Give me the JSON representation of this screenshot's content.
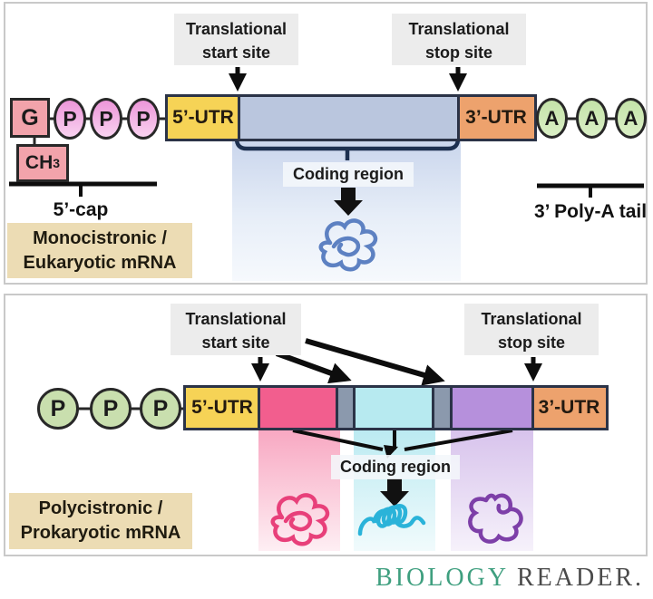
{
  "top": {
    "start_site": {
      "line1": "Translational",
      "line2": "start site"
    },
    "stop_site": {
      "line1": "Translational",
      "line2": "stop site"
    },
    "cap_g": "G",
    "cap_ch": "CH",
    "cap_ch_sub": "3",
    "phosphates": [
      "P",
      "P",
      "P"
    ],
    "utr5": "5’-UTR",
    "utr3": "3’-UTR",
    "polya": [
      "A",
      "A",
      "A"
    ],
    "coding_label": "Coding region",
    "cap_label": "5’-cap",
    "polya_label": "3’ Poly-A tail",
    "type_line1": "Monocistronic /",
    "type_line2": "Eukaryotic mRNA"
  },
  "bottom": {
    "start_site": {
      "line1": "Translational",
      "line2": "start site"
    },
    "stop_site": {
      "line1": "Translational",
      "line2": "stop site"
    },
    "phosphates": [
      "P",
      "P",
      "P"
    ],
    "utr5": "5’-UTR",
    "utr3": "3’-UTR",
    "coding_label": "Coding region",
    "type_line1": "Polycistronic /",
    "type_line2": "Prokaryotic mRNA"
  },
  "footer": {
    "biology": "BIOLOGY",
    "reader": "READER."
  },
  "colors": {
    "cap_pink": "#f2a3ab",
    "phosphate_pink": "#f2aee3",
    "phosphate_green": "#c9dfae",
    "utr_yellow": "#f6d356",
    "coding_blue": "#bac6de",
    "utr_orange": "#eda26d",
    "polya_green": "#cde8b5",
    "cistron_pink": "#f25e8e",
    "cistron_cyan": "#b7eaf0",
    "cistron_purple": "#b690dc",
    "spacer_gray": "#8b99ad",
    "label_tan": "#ecdcb4",
    "label_gray": "#ececec",
    "brand_green": "#3f9f7f",
    "protein_blue": "#5d81c2",
    "protein_pink": "#e8407a",
    "protein_cyan": "#2ab3d9",
    "protein_purple": "#7d3fa8"
  }
}
